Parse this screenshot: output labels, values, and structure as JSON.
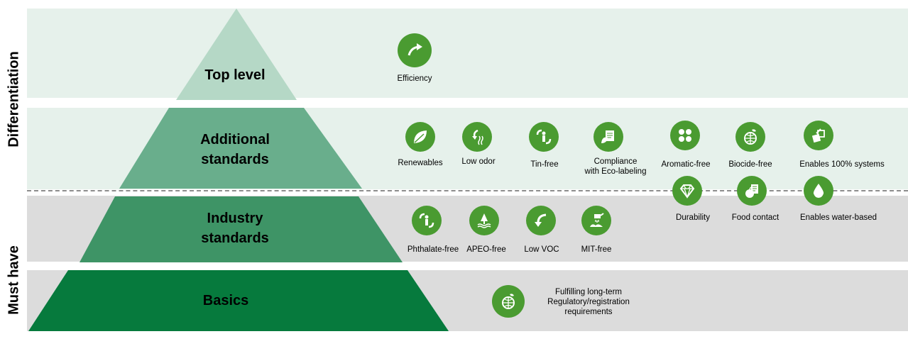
{
  "side_labels": {
    "differentiation": "Differentiation",
    "must_have": "Must have"
  },
  "tiers": {
    "top": {
      "label": "Top level"
    },
    "additional": {
      "label_line1": "Additional",
      "label_line2": "standards"
    },
    "industry": {
      "label_line1": "Industry",
      "label_line2": "standards"
    },
    "basics": {
      "label": "Basics"
    }
  },
  "colors": {
    "tier_top": "#b5d8c6",
    "tier_additional": "#69ae8c",
    "tier_industry": "#3e9466",
    "tier_basics": "#067a3d",
    "icon_green": "#4a9b31",
    "band_differentiation": "#e6f1eb",
    "band_must_have": "#dcdcdc"
  },
  "icons": {
    "efficiency": {
      "label": "Efficiency",
      "icon": "arrow-up-right-icon"
    },
    "renewables": {
      "label": "Renewables",
      "icon": "leaf-icon"
    },
    "low_odor": {
      "label": "Low odor",
      "icon": "odor-waves-icon"
    },
    "tin_free": {
      "label": "Tin-free",
      "icon": "person-hands-icon"
    },
    "compliance_eco": {
      "label_line1": "Compliance",
      "label_line2": "with Eco-labeling",
      "icon": "document-leaf-icon"
    },
    "aromatic_free": {
      "label": "Aromatic-free",
      "icon": "aromatic-ring-icon"
    },
    "biocide_free": {
      "label": "Biocide-free",
      "icon": "globe-leaf-icon"
    },
    "enables_100": {
      "label": "Enables 100% systems",
      "icon": "box-arrow-icon"
    },
    "durability": {
      "label": "Durability",
      "icon": "diamond-icon"
    },
    "food_contact": {
      "label": "Food contact",
      "icon": "apple-document-icon"
    },
    "water_based": {
      "label": "Enables water-based",
      "icon": "water-drop-icon"
    },
    "phthalate_free": {
      "label": "Phthalate-free",
      "icon": "person-hands-icon"
    },
    "apeo_free": {
      "label": "APEO-free",
      "icon": "tree-water-icon"
    },
    "low_voc": {
      "label": "Low VOC",
      "icon": "arrow-down-icon"
    },
    "mit_free": {
      "label": "MIT-free",
      "icon": "watering-can-icon"
    },
    "basics_globe": {
      "label_line1": "Fulfilling long-term",
      "label_line2": "Regulatory/registration",
      "label_line3": "requirements",
      "icon": "globe-leaf-icon"
    }
  }
}
